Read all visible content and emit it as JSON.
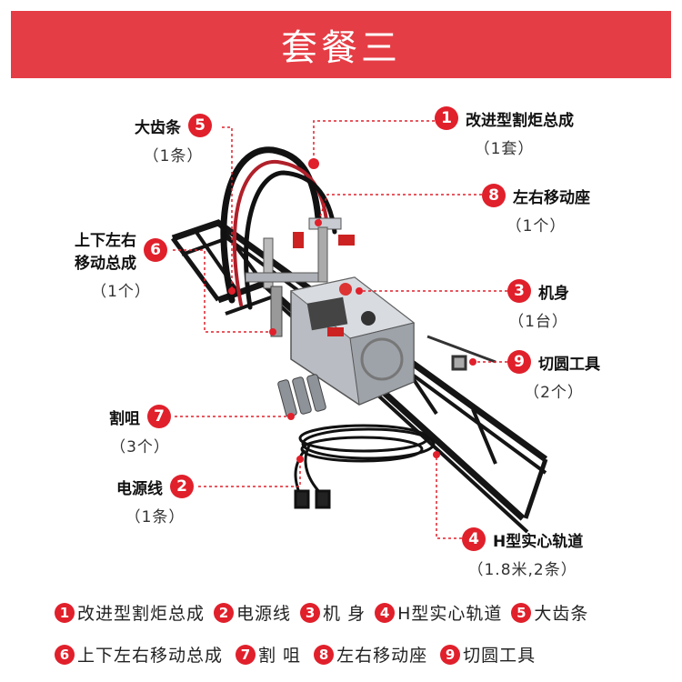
{
  "banner": {
    "title": "套餐三"
  },
  "parts": [
    {
      "num": "1",
      "name": "改进型割炬总成",
      "qty": "（1套）"
    },
    {
      "num": "8",
      "name": "左右移动座",
      "qty": "（1个）"
    },
    {
      "num": "3",
      "name": "机身",
      "qty": "（1台）"
    },
    {
      "num": "9",
      "name": "切圆工具",
      "qty": "（2个）"
    },
    {
      "num": "4",
      "name": "H型实心轨道",
      "qty": "（1.8米,2条）"
    },
    {
      "num": "5",
      "name": "大齿条",
      "qty": "（1条）"
    },
    {
      "num": "6",
      "name_line1": "上下左右",
      "name_line2": "移动总成",
      "qty": "（1个）"
    },
    {
      "num": "7",
      "name": "割咀",
      "qty": "（3个）"
    },
    {
      "num": "2",
      "name": "电源线",
      "qty": "（1条）"
    }
  ],
  "legend": {
    "row1": [
      {
        "num": "1",
        "label": "改进型割炬总成"
      },
      {
        "num": "2",
        "label": "电源线"
      },
      {
        "num": "3",
        "label": "机  身"
      },
      {
        "num": "4",
        "label": "H型实心轨道"
      },
      {
        "num": "5",
        "label": "大齿条"
      }
    ],
    "row2": [
      {
        "num": "6",
        "label": "上下左右移动总成"
      },
      {
        "num": "7",
        "label": "割  咀"
      },
      {
        "num": "8",
        "label": "左右移动座"
      },
      {
        "num": "9",
        "label": "切圆工具"
      }
    ]
  },
  "colors": {
    "accent": "#e53d45",
    "badge": "#e0202b",
    "leader": "#e0202b",
    "rail": "#1a1a1a"
  }
}
